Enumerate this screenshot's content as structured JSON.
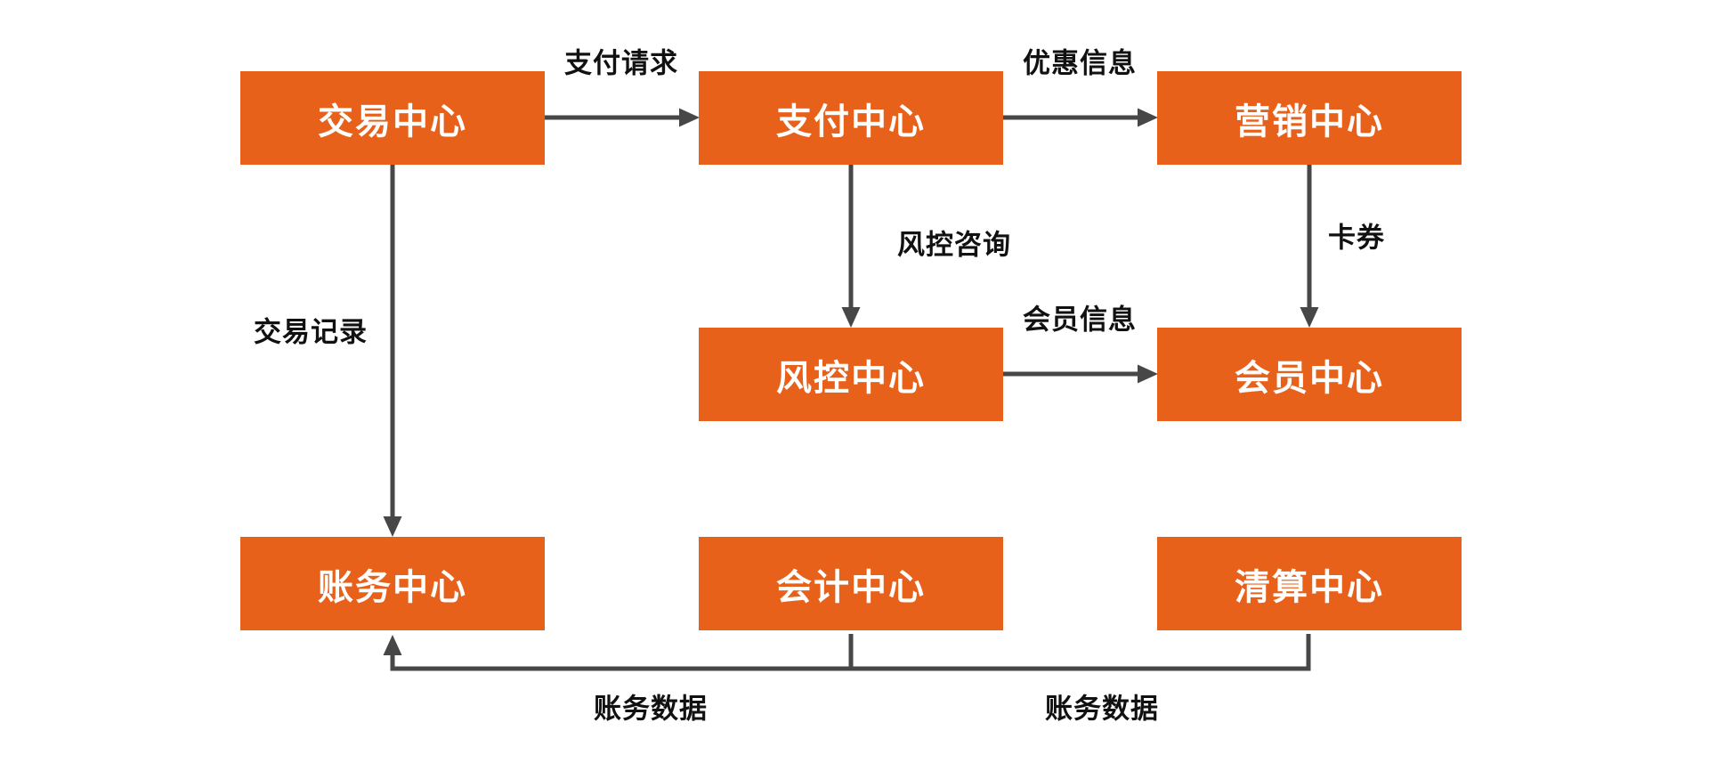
{
  "diagram": {
    "title": "payment-platform-service-centers",
    "nodes": [
      {
        "id": "trade",
        "label": "交易中心"
      },
      {
        "id": "payment",
        "label": "支付中心"
      },
      {
        "id": "marketing",
        "label": "营销中心"
      },
      {
        "id": "risk",
        "label": "风控中心"
      },
      {
        "id": "member",
        "label": "会员中心"
      },
      {
        "id": "account",
        "label": "账务中心"
      },
      {
        "id": "accounting",
        "label": "会计中心"
      },
      {
        "id": "clearing",
        "label": "清算中心"
      }
    ],
    "edges": [
      {
        "from": "交易中心",
        "to": "支付中心",
        "label": "支付请求"
      },
      {
        "from": "支付中心",
        "to": "营销中心",
        "label": "优惠信息"
      },
      {
        "from": "支付中心",
        "to": "风控中心",
        "label": "风控咨询"
      },
      {
        "from": "营销中心",
        "to": "会员中心",
        "label": "卡券"
      },
      {
        "from": "风控中心",
        "to": "会员中心",
        "label": "会员信息"
      },
      {
        "from": "交易中心",
        "to": "账务中心",
        "label": "交易记录"
      },
      {
        "from": "会计中心",
        "to": "账务中心",
        "label": "账务数据"
      },
      {
        "from": "清算中心",
        "to": "账务中心",
        "label": "账务数据"
      }
    ],
    "colors": {
      "node_fill": "#E8611B",
      "node_text": "#FFFFFF",
      "edge_line": "#474747",
      "label_text": "#111111",
      "background": "#FFFFFF"
    }
  }
}
